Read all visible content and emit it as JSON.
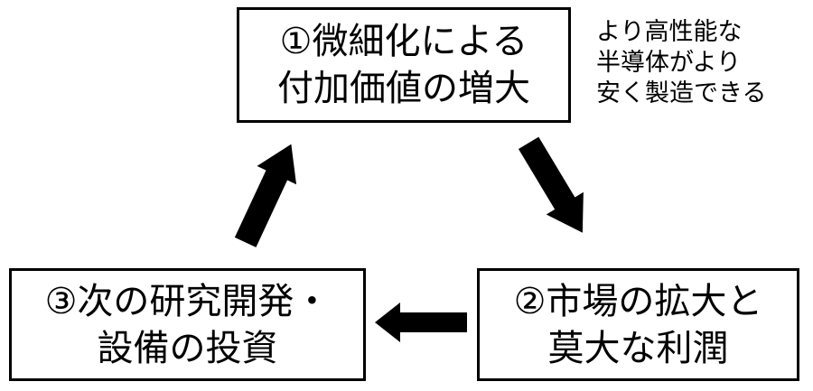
{
  "diagram": {
    "title": "semiconductor-virtuous-cycle",
    "background_color": "#ffffff",
    "line_color": "#000000",
    "boxes": [
      {
        "id": "box1",
        "position": "top-center",
        "line1": "①微細化による",
        "line2": "付加価値の増大"
      },
      {
        "id": "box2",
        "position": "bottom-right",
        "line1": "②市場の拡大と",
        "line2": "莫大な利潤"
      },
      {
        "id": "box3",
        "position": "bottom-left",
        "line1": "③次の研究開発・",
        "line2": "設備の投資"
      }
    ],
    "annotation": {
      "position": "top-right",
      "line1": "より高性能な",
      "line2": "半導体がより",
      "line3": "安く製造できる"
    },
    "arrows": [
      {
        "name": "arrow-box3-to-box1",
        "direction": "up-right"
      },
      {
        "name": "arrow-box1-to-box2",
        "direction": "down-right"
      },
      {
        "name": "arrow-box2-to-box3",
        "direction": "left"
      }
    ]
  }
}
